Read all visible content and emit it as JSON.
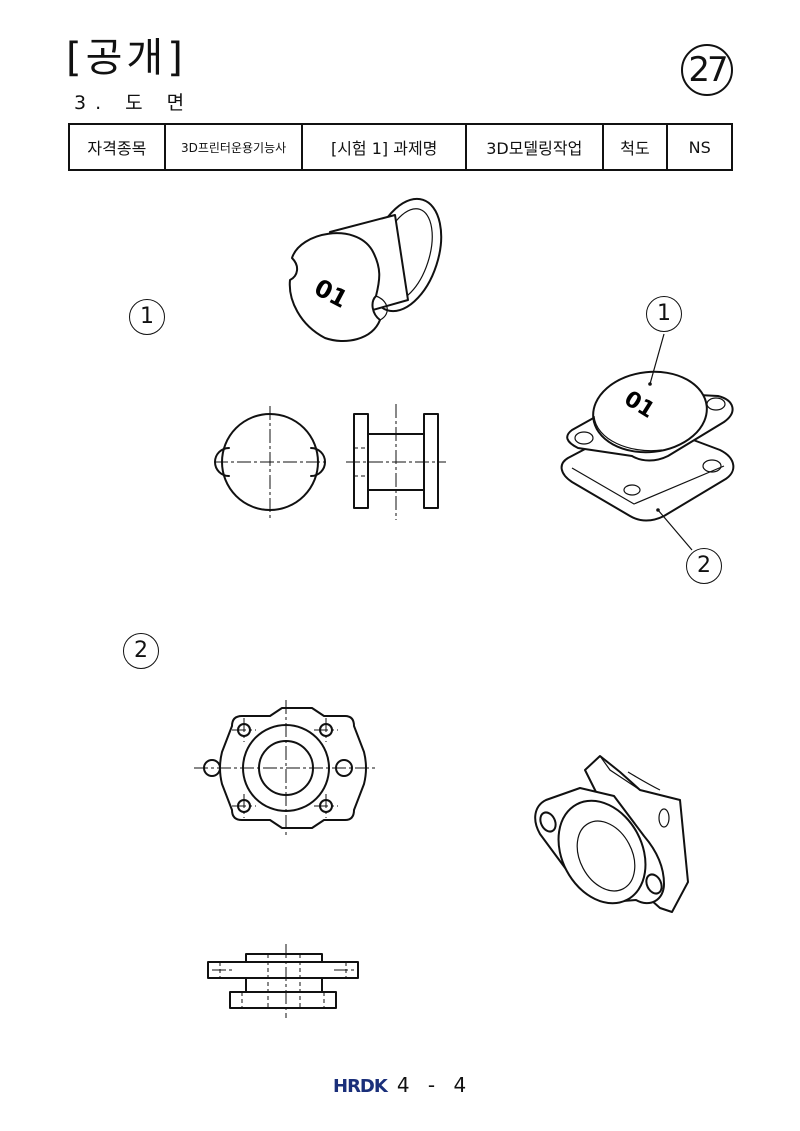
{
  "header": {
    "title": "[공개]",
    "subtitle": "3. 도 면",
    "page_number": "27"
  },
  "info_table": {
    "field_label": "자격종목",
    "field_value": "3D프린터운용기능사",
    "task_label": "[시험 1] 과제명",
    "task_value": "3D모델링작업",
    "scale_label": "척도",
    "scale_value": "NS"
  },
  "drawing": {
    "part1_label": "1",
    "part2_label": "2",
    "assembly_part1_label": "1",
    "assembly_part2_label": "2",
    "engraving_text": "01"
  },
  "footer": {
    "logo": "HRDK",
    "page": "4 - 4"
  }
}
